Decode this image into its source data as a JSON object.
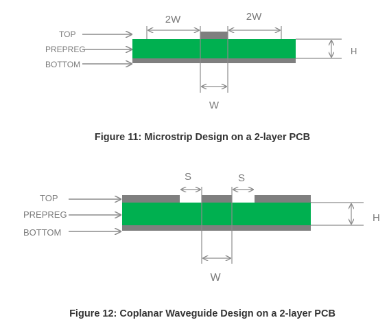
{
  "colors": {
    "copper": "#7f7f7f",
    "prepreg": "#00b050",
    "line": "#8c8c8c",
    "text": "#7a7a7a",
    "caption": "#333333"
  },
  "figure11": {
    "labels": {
      "top": "TOP",
      "prepreg": "PREPREG",
      "bottom": "BOTTOM"
    },
    "dims": {
      "gap_left": "2W",
      "gap_right": "2W",
      "width": "W",
      "height": "H"
    },
    "caption": "Figure 11: Microstrip Design on a 2-layer PCB"
  },
  "figure12": {
    "labels": {
      "top": "TOP",
      "prepreg": "PREPREG",
      "bottom": "BOTTOM"
    },
    "dims": {
      "gap_left": "S",
      "gap_right": "S",
      "width": "W",
      "height": "H"
    },
    "caption": "Figure 12: Coplanar Waveguide Design on a 2-layer PCB"
  }
}
